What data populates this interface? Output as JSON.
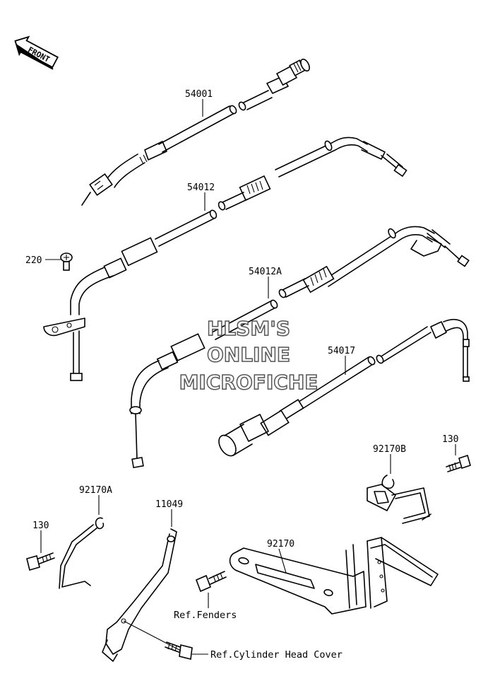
{
  "front_label": "FRONT",
  "parts": {
    "p54001": "54001",
    "p54012": "54012",
    "p54012a": "54012A",
    "p54017": "54017",
    "p220": "220",
    "p92170b": "92170B",
    "p130_right": "130",
    "p92170a": "92170A",
    "p130_left": "130",
    "p11049": "11049",
    "p92170": "92170"
  },
  "refs": {
    "fenders": "Ref.Fenders",
    "cylinder_head_cover": "Ref.Cylinder Head Cover"
  },
  "watermark": {
    "line1": "HLSM'S",
    "line2": "ONLINE",
    "line3": "MICROFICHE"
  },
  "colors": {
    "line": "#000000",
    "background": "#ffffff",
    "watermark_fill": "#ffffff",
    "watermark_stroke": "#555555"
  }
}
